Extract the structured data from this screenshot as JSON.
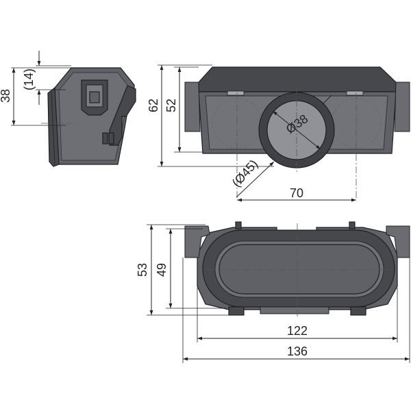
{
  "drawing": {
    "side_view": {
      "dim_total_height": "38",
      "dim_clip_height": "(14)"
    },
    "front_view": {
      "dim_height_62": "62",
      "dim_height_52": "52",
      "dim_inner_diameter": "Ø38",
      "dim_outer_diameter": "(Ø45)",
      "dim_offset": "70"
    },
    "top_view": {
      "dim_height_53": "53",
      "dim_height_49": "49",
      "dim_width_122": "122",
      "dim_width_136": "136"
    },
    "colors": {
      "body": "#5f6166",
      "outline": "#1e1f22",
      "background": "#ffffff"
    }
  }
}
